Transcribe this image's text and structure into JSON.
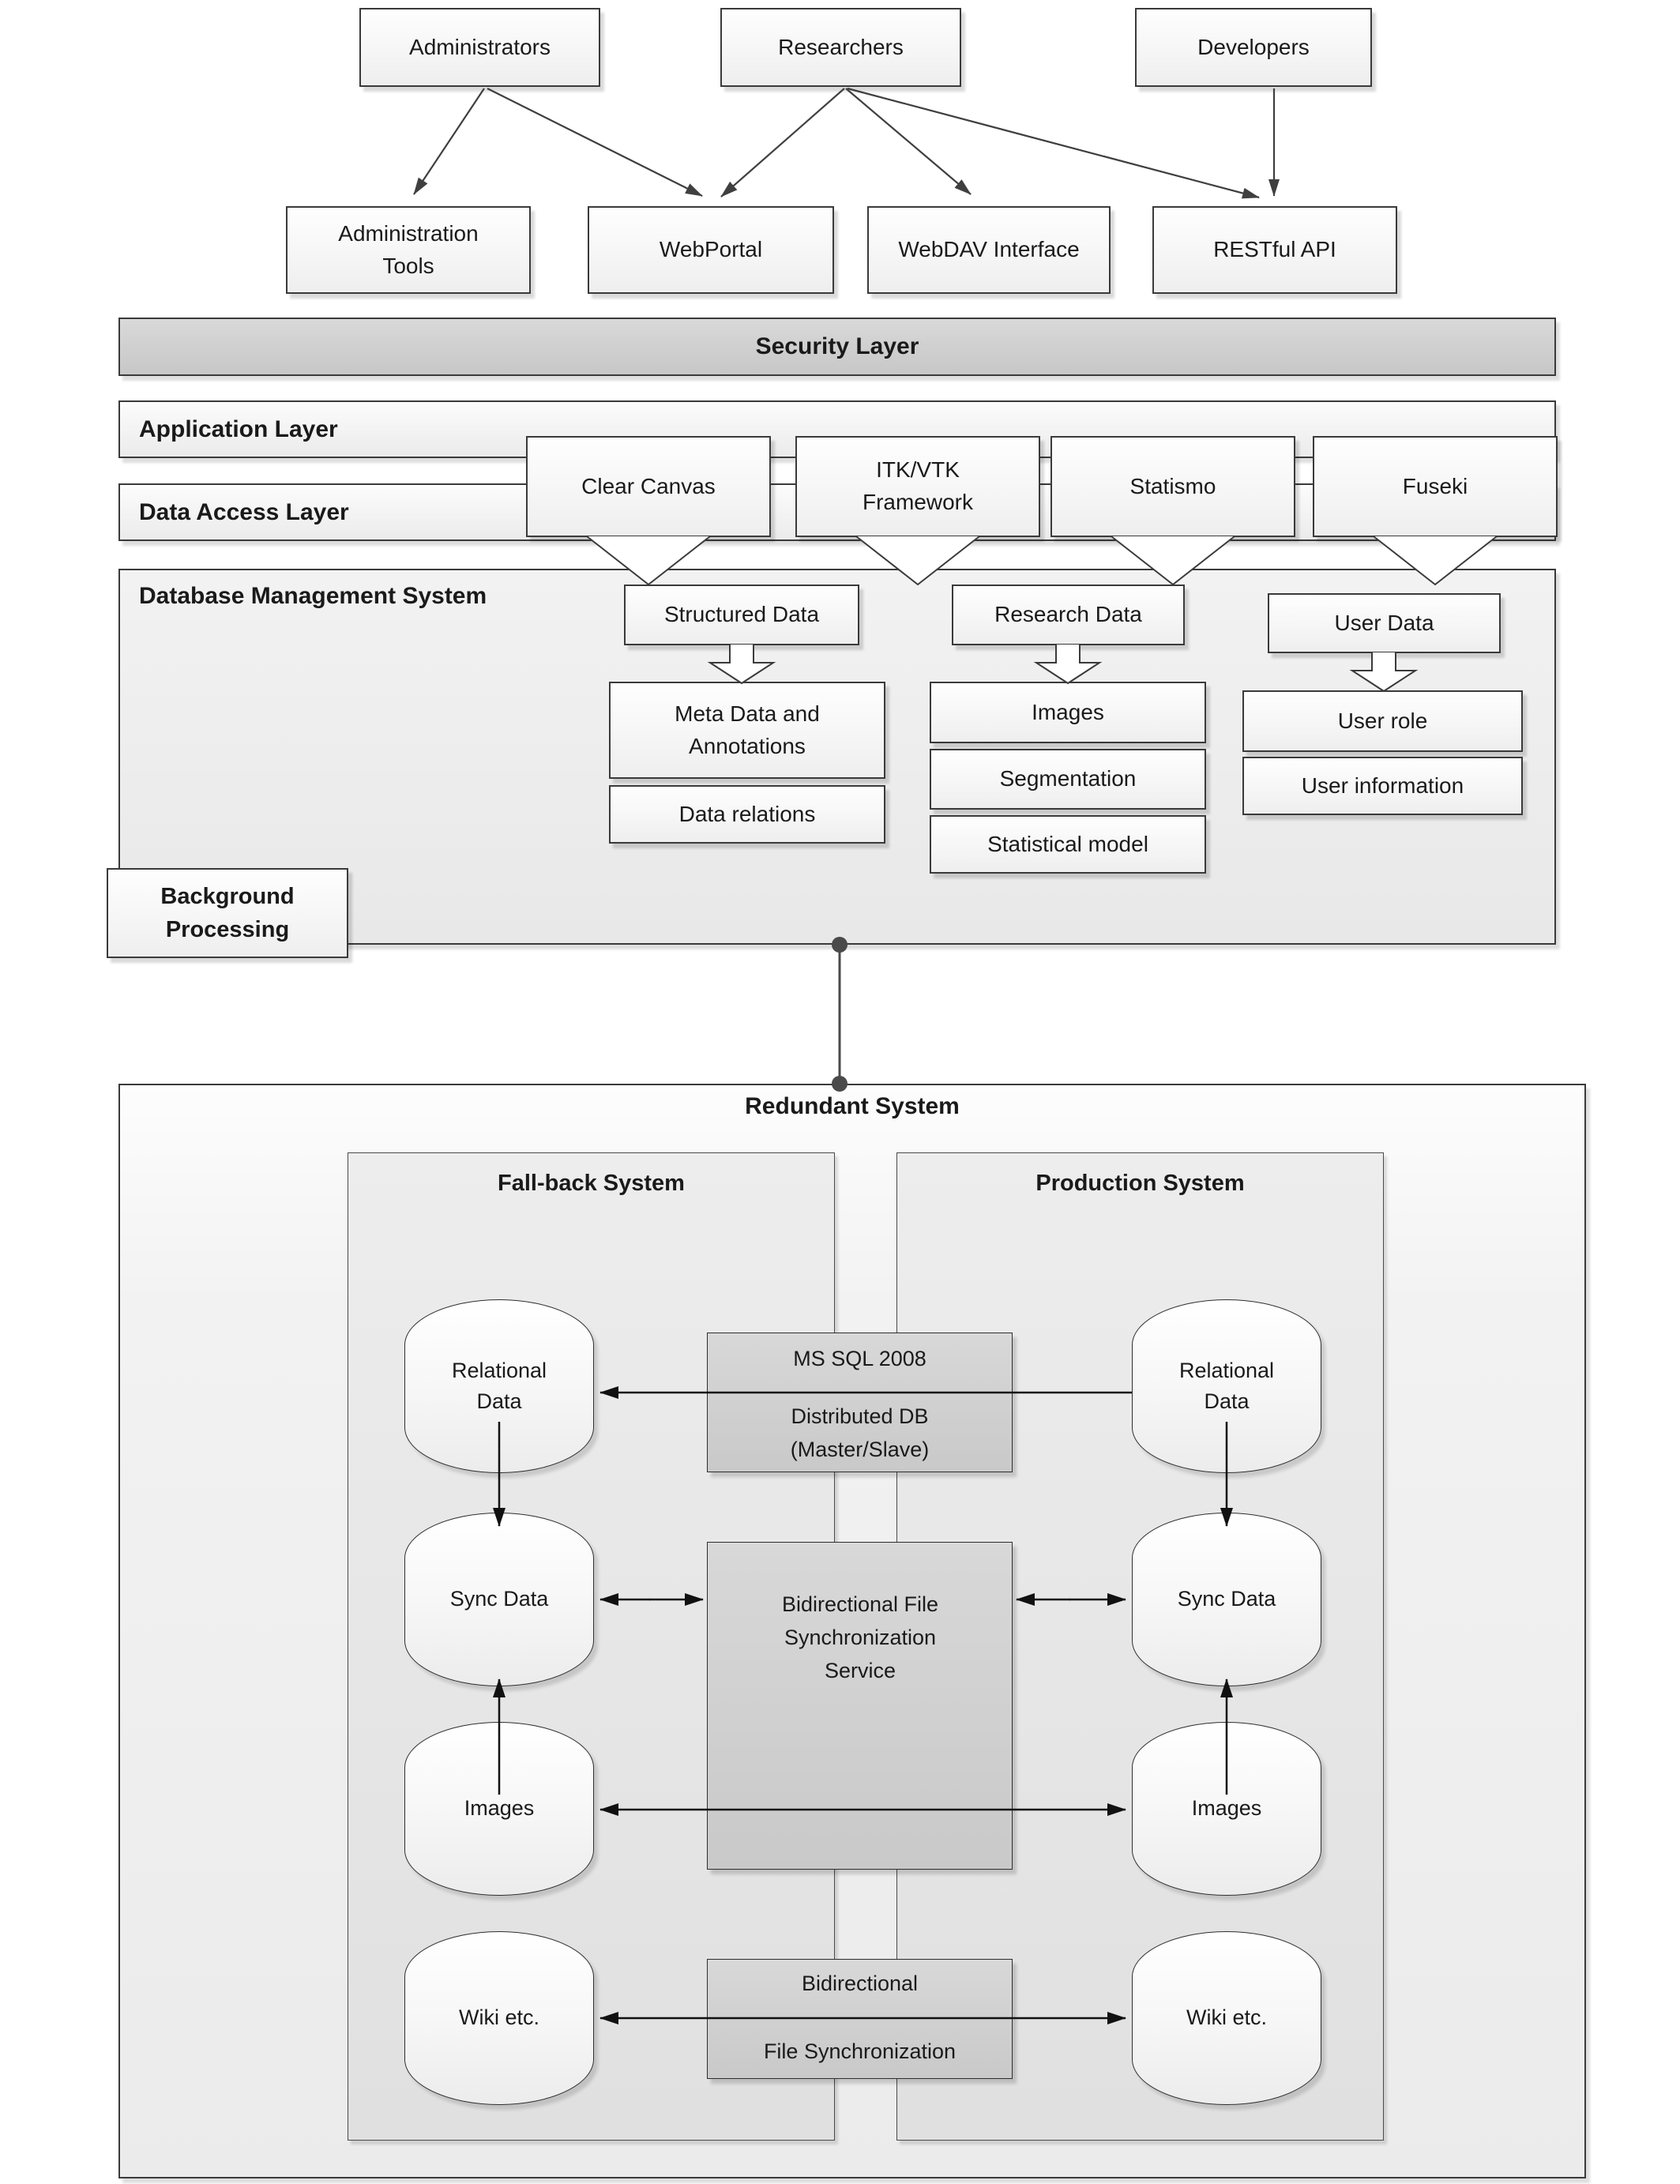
{
  "palette": {
    "security_bar_gray": "#d0d0d0",
    "panel_gray": "#ececec",
    "subsystem_gray": "#e7e7e7",
    "middle_box_gray": "#d2d2d2",
    "box_border": "#3a3a3a",
    "arrow_dark": "#111111",
    "connector_gray": "#4a4a4a"
  },
  "actors": [
    "Administrators",
    "Researchers",
    "Developers"
  ],
  "interfaces": [
    "Administration Tools",
    "WebPortal",
    "WebDAV Interface",
    "RESTful API"
  ],
  "layers": {
    "security": "Security Layer",
    "application": "Application Layer",
    "data_access": "Data Access Layer"
  },
  "tools": [
    "Clear Canvas",
    "ITK/VTK Framework",
    "Statismo",
    "Fuseki"
  ],
  "dbms": {
    "title": "Database Management System",
    "background_processing": "Background Processing",
    "structured": {
      "header": "Structured Data",
      "items": [
        "Meta Data and Annotations",
        "Data relations"
      ]
    },
    "research": {
      "header": "Research Data",
      "items": [
        "Images",
        "Segmentation",
        "Statistical model"
      ]
    },
    "user": {
      "header": "User Data",
      "items": [
        "User role",
        "User information"
      ]
    }
  },
  "redundant": {
    "title": "Redundant System",
    "fallback": "Fall-back System",
    "production": "Production System",
    "left_stores": [
      "Relational Data",
      "Sync Data",
      "Images",
      "Wiki etc."
    ],
    "right_stores": [
      "Relational Data",
      "Sync Data",
      "Images",
      "Wiki etc."
    ],
    "mssql": {
      "line1": "MS SQL 2008",
      "line2": "Distributed DB",
      "line3": "(Master/Slave)"
    },
    "sync_service": "Bidirectional File Synchronization Service",
    "file_sync": {
      "line1": "Bidirectional",
      "line2": "File Synchronization"
    }
  }
}
